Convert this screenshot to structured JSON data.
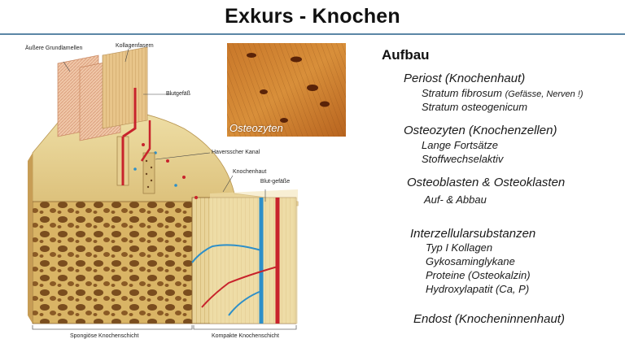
{
  "slide": {
    "title": "Exkurs - Knochen"
  },
  "figure": {
    "labels": {
      "aussere_grundlamellen": "Äußere Grundlamellen",
      "kollagenfasern": "Kollagenfasern",
      "blutgefaess": "Blutgefäß",
      "haversscher_kanal": "Haversscher Kanal",
      "knochenhaut": "Knochenhaut",
      "blutgefaesse": "Blut-gefäße",
      "spongioese": "Spongiöse Knochenschicht",
      "kompakte": "Kompakte Knochenschicht"
    },
    "micro_caption": "Osteozyten"
  },
  "content": {
    "heading": "Aufbau",
    "periost": {
      "title": "Periost (Knochenhaut)",
      "item1_main": "Stratum fibrosum ",
      "item1_note": "(Gefässe, Nerven !)",
      "item2": "Stratum osteogenicum"
    },
    "osteozyten": {
      "title": "Osteozyten (Knochenzellen)",
      "items": [
        "Lange Fortsätze",
        "Stoffwechselaktiv"
      ]
    },
    "osteoblasten": {
      "title": "Osteoblasten & Osteoklasten",
      "items": [
        "Auf- & Abbau"
      ]
    },
    "interzellular": {
      "title": "Interzellularsubstanzen",
      "items": [
        "Typ I Kollagen",
        "Gykosaminglykane",
        "Proteine (Osteokalzin)",
        "Hydroxylapatit (Ca, P)"
      ]
    },
    "endost": {
      "title": "Endost (Knocheninnenhaut)"
    }
  },
  "colors": {
    "rule": "#5b86a6",
    "bone": "#e8cf8a",
    "vessel_red": "#c8232c",
    "vessel_blue": "#2d8fc9"
  }
}
